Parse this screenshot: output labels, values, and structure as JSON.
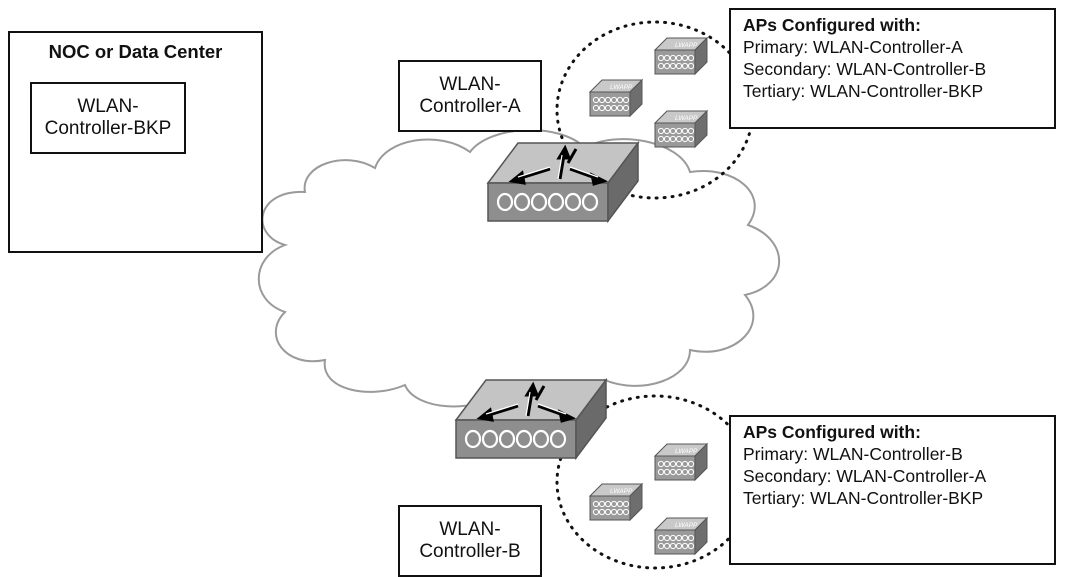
{
  "noc": {
    "title": "NOC or Data Center",
    "controller": {
      "line1": "WLAN-",
      "line2": "Controller-BKP"
    }
  },
  "controller_a": {
    "line1": "WLAN-",
    "line2": "Controller-A"
  },
  "controller_b": {
    "line1": "WLAN-",
    "line2": "Controller-B"
  },
  "config_a": {
    "header": "APs Configured with:",
    "primary": "Primary:  WLAN-Controller-A",
    "secondary": "Secondary:  WLAN-Controller-B",
    "tertiary": "Tertiary:  WLAN-Controller-BKP"
  },
  "config_b": {
    "header": "APs Configured with:",
    "primary": "Primary:  WLAN-Controller-B",
    "secondary": "Secondary:  WLAN-Controller-A",
    "tertiary": "Tertiary:  WLAN-Controller-BKP"
  },
  "ap_label": "LWAPP",
  "icons": {
    "controller": "wlan-controller-icon",
    "ap": "lightweight-ap-icon",
    "cloud": "network-cloud"
  },
  "colors": {
    "device_top": "#bdbdbd",
    "device_front": "#8e8e8e",
    "device_side": "#6e6e6e",
    "cloud_stroke": "#9a9a9a"
  }
}
